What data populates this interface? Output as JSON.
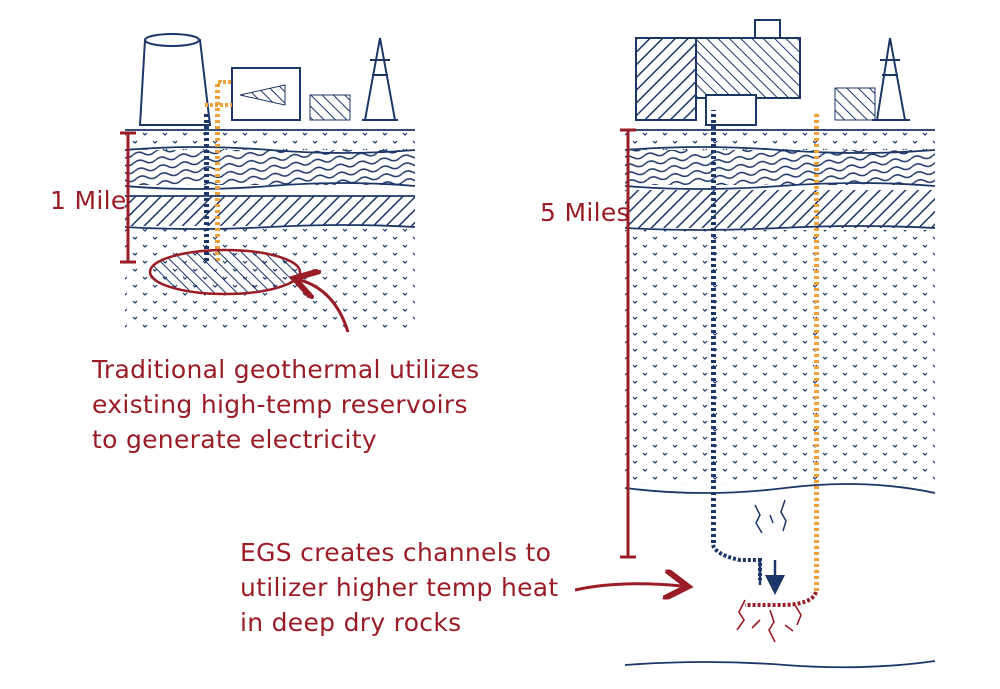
{
  "colors": {
    "ink": "#1d3668",
    "accent_red": "#9a1c26",
    "hot_pipe": "#f0a23a"
  },
  "traditional": {
    "depth_label": "1 Mile",
    "caption_lines": [
      "Traditional geothermal utilizes",
      "existing high-temp reservoirs",
      "to generate electricity"
    ]
  },
  "egs": {
    "depth_label": "5 Miles",
    "caption_lines": [
      "EGS creates channels to",
      "utilizer higher temp heat",
      "in deep dry rocks"
    ]
  }
}
